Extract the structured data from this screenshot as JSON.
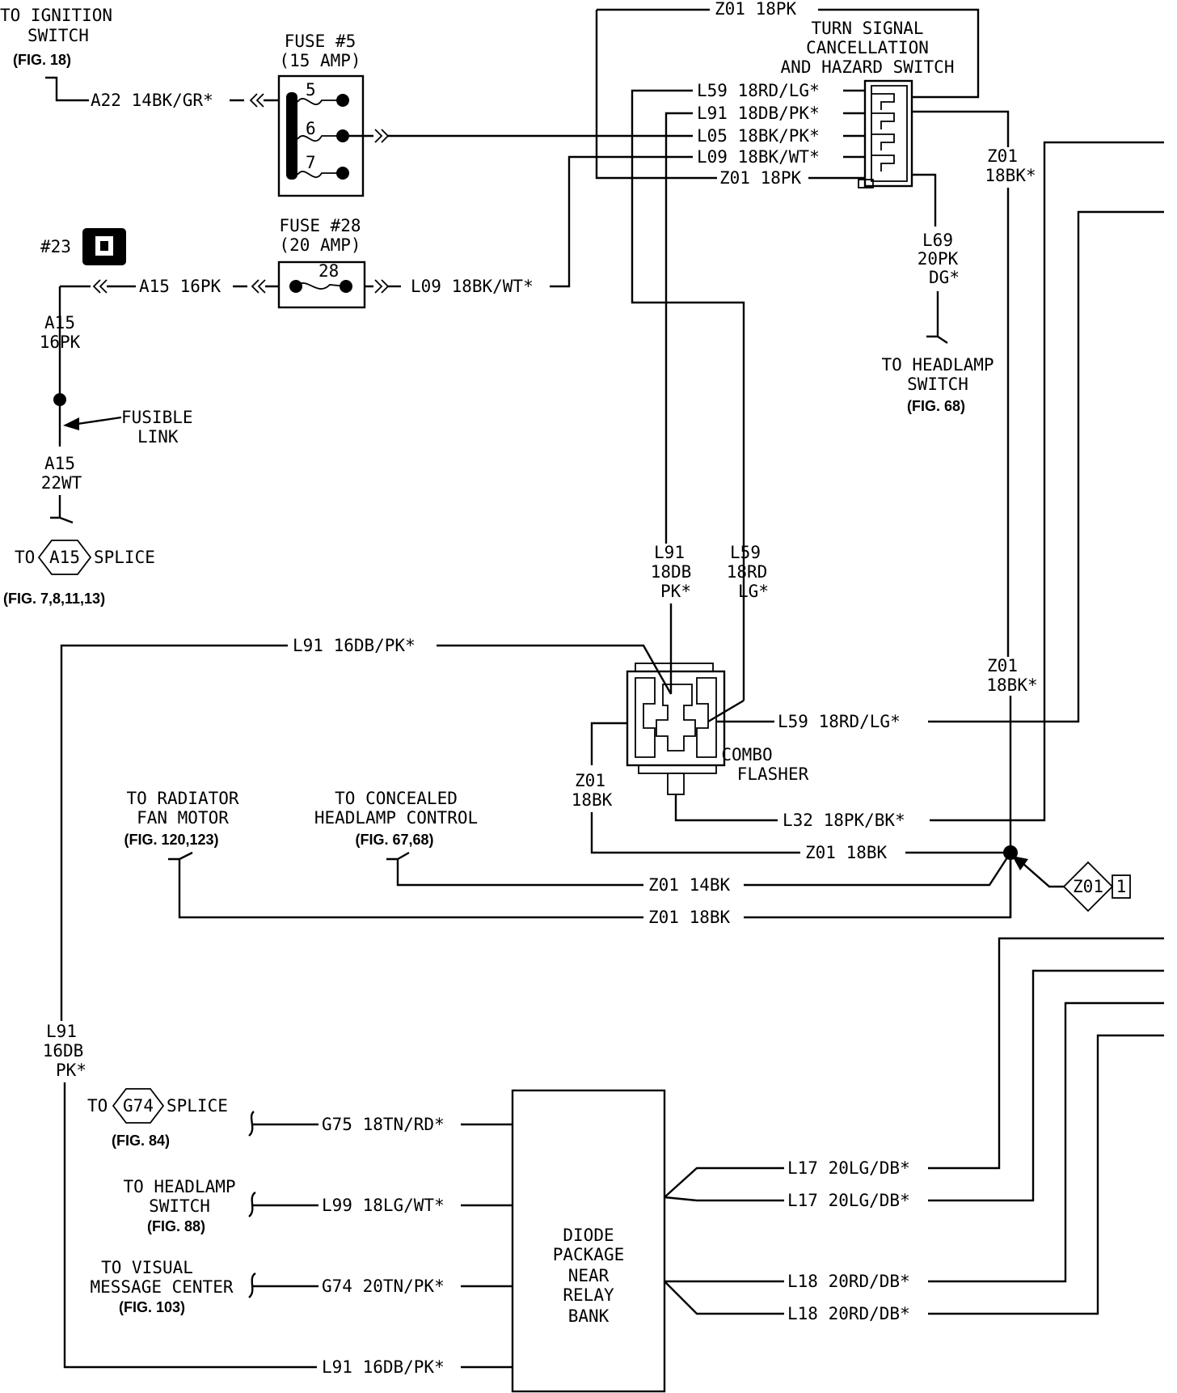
{
  "ignition": {
    "l1": "TO IGNITION",
    "l2": "SWITCH",
    "fig": "(FIG. 18)"
  },
  "fuse5": {
    "l1": "FUSE #5",
    "l2": "(15 AMP)",
    "t5": "5",
    "t6": "6",
    "t7": "7"
  },
  "fuse28": {
    "l1": "FUSE #28",
    "l2": "(20 AMP)",
    "t": "28"
  },
  "fuse_icon_label": "#23",
  "switch": {
    "l1": "TURN SIGNAL",
    "l2": "CANCELLATION",
    "l3": "AND HAZARD SWITCH"
  },
  "wires": {
    "a22": "A22 14BK/GR*",
    "a15_top": "A15 16PK",
    "l09_fuse": "L09 18BK/WT*",
    "z01_top": "Z01 18PK",
    "sw_l59": "L59 18RD/LG*",
    "sw_l91": "L91 18DB/PK*",
    "sw_l05": "L05 18BK/PK*",
    "sw_l09": "L09 18BK/WT*",
    "sw_z01": "Z01 18PK",
    "l69": [
      "L69",
      "20PK",
      "DG*"
    ],
    "z01_right": [
      "Z01",
      "18BK*"
    ],
    "a15_v1": [
      "A15",
      "16PK"
    ],
    "a15_v2": [
      "A15",
      "22WT"
    ],
    "l91_v": [
      "L91",
      "18DB",
      "PK*"
    ],
    "l59_v": [
      "L59",
      "18RD",
      "LG*"
    ],
    "z01_v2": [
      "Z01",
      "18BK*"
    ],
    "l91_16": "L91 16DB/PK*",
    "l59_flasher": "L59 18RD/LG*",
    "z01_flasher": [
      "Z01",
      "18BK"
    ],
    "l32": "L32 18PK/BK*",
    "z01_18bk_a": "Z01 18BK",
    "z01_14bk": "Z01 14BK",
    "z01_18bk_b": "Z01 18BK",
    "l91_left": [
      "L91",
      "16DB",
      "PK*"
    ],
    "g75": "G75 18TN/RD*",
    "l99": "L99 18LG/WT*",
    "g74": "G74 20TN/PK*",
    "l91_bottom": "L91 16DB/PK*",
    "l17a": "L17 20LG/DB*",
    "l17b": "L17 20LG/DB*",
    "l18a": "L18 20RD/DB*",
    "l18b": "L18 20RD/DB*"
  },
  "fusible": {
    "l1": "FUSIBLE",
    "l2": "LINK"
  },
  "a15_splice": {
    "to": "TO",
    "id": "A15",
    "splice": "SPLICE",
    "fig": "(FIG. 7,8,11,13)"
  },
  "headlamp_top": {
    "l1": "TO HEADLAMP",
    "l2": "SWITCH",
    "fig": "(FIG. 68)"
  },
  "combo": {
    "l1": "COMBO",
    "l2": "FLASHER"
  },
  "radiator": {
    "l1": "TO RADIATOR",
    "l2": "FAN MOTOR",
    "fig": "(FIG. 120,123)"
  },
  "concealed": {
    "l1": "TO CONCEALED",
    "l2": "HEADLAMP CONTROL",
    "fig": "(FIG. 67,68)"
  },
  "ground_splice": {
    "id": "Z01",
    "num": "1"
  },
  "g74_splice": {
    "to": "TO",
    "id": "G74",
    "splice": "SPLICE",
    "fig": "(FIG. 84)"
  },
  "headlamp_bottom": {
    "l1": "TO HEADLAMP",
    "l2": "SWITCH",
    "fig": "(FIG. 88)"
  },
  "visual": {
    "l1": "TO VISUAL",
    "l2": "MESSAGE CENTER",
    "fig": "(FIG. 103)"
  },
  "diode": {
    "l1": "DIODE",
    "l2": "PACKAGE",
    "l3": "NEAR",
    "l4": "RELAY",
    "l5": "BANK"
  }
}
